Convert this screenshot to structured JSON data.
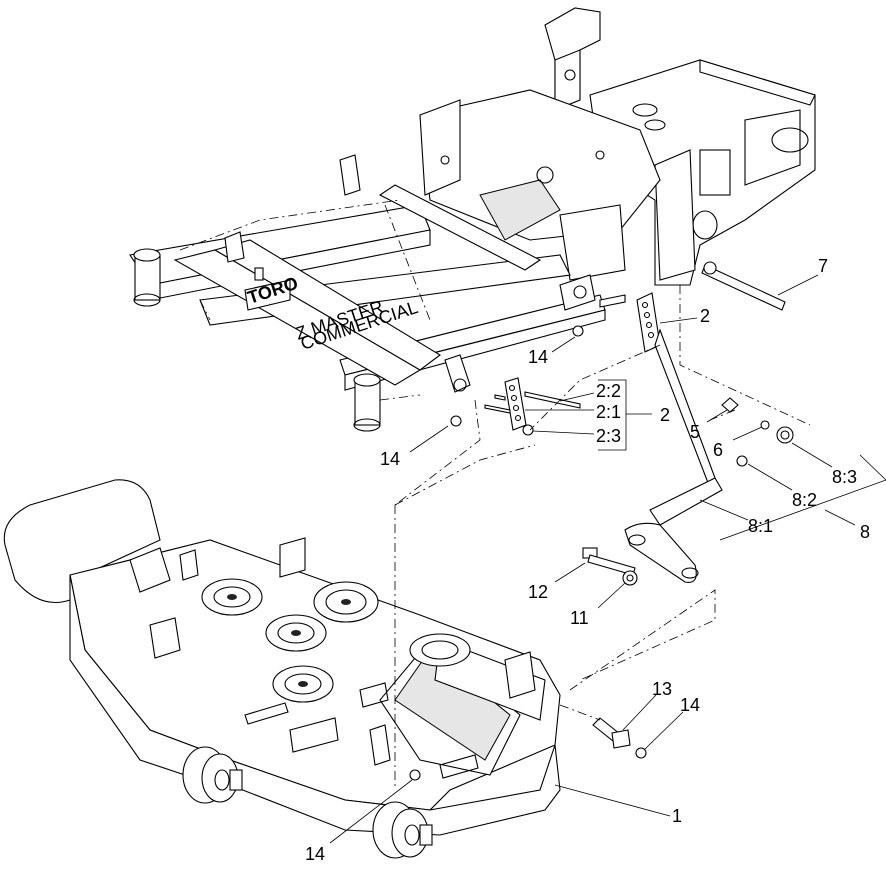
{
  "callouts": {
    "c7": "7",
    "c2_top": "2",
    "c14_a": "14",
    "c2_2": "2:2",
    "c2_1": "2:1",
    "c2_3": "2:3",
    "c2_group": "2",
    "c14_b": "14",
    "c5": "5",
    "c6": "6",
    "c8_3": "8:3",
    "c8_2": "8:2",
    "c8_1": "8:1",
    "c8": "8",
    "c12": "12",
    "c11": "11",
    "c13": "13",
    "c14_c": "14",
    "c1": "1",
    "c14_d": "14"
  },
  "decals": {
    "brand": "TORO",
    "model": "Z MASTER",
    "model_sub": "COMMERCIAL"
  }
}
